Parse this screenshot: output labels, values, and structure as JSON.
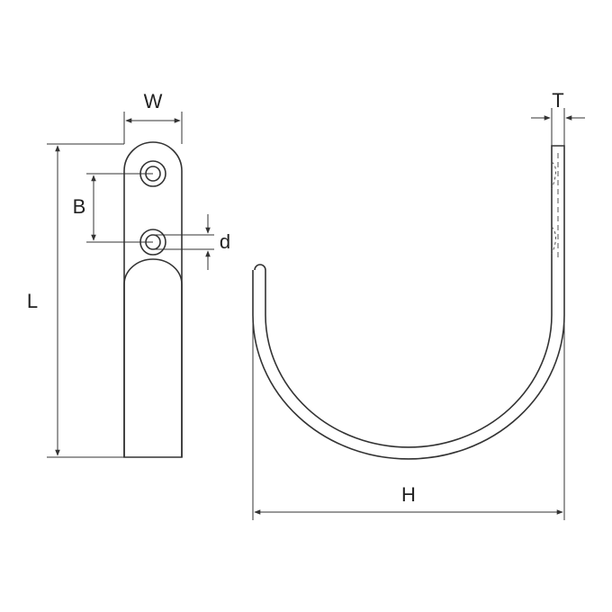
{
  "diagram": {
    "labels": {
      "width": "W",
      "thickness": "T",
      "hole_pitch": "B",
      "hole_diameter": "d",
      "length": "L",
      "hook_opening": "H"
    }
  }
}
